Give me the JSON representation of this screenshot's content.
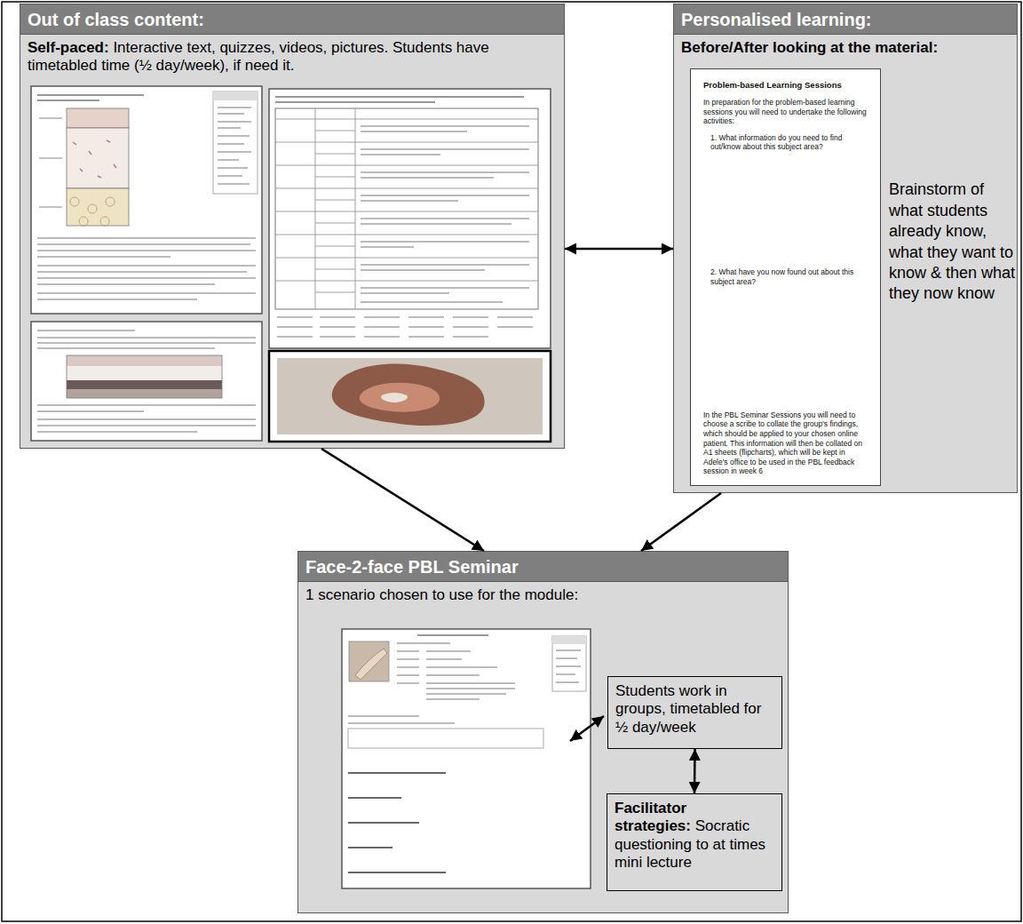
{
  "diagram": {
    "nodes": [
      {
        "text": [
          "Out of class content:",
          "Self-paced:",
          "Interactive text, quizzes, videos, pictures. Students have timetabled time (½ day/week), if need it."
        ]
      },
      {
        "text": [
          "Personalised learning:",
          "Before/After looking at the material:",
          "Brainstorm of what students already know, what they want to know & then what they now know"
        ]
      },
      {
        "text": [
          "Problem-based Learning Sessions",
          "In preparation for the problem-based learning sessions you will need to undertake the following activities:",
          "1. What information do you need to find out/know about this subject area?",
          "2. What have you now found out about this subject area?",
          "In the PBL Seminar Sessions you will need to choose a scribe to collate the group's findings, which should be applied to your chosen online patient. This information will then be collated on A1 sheets (flipcharts), which will be kept in Adele's office to be used in the PBL feedback session in week 6"
        ],
        "in": 1
      },
      {
        "text": [
          "Face-2-face PBL Seminar",
          "1 scenario chosen to use for the module:"
        ]
      },
      {
        "text": [
          "Students work in groups, timetabled for ½ day/week"
        ],
        "in": 3
      },
      {
        "text": [
          "Facilitator strategies:",
          "Socratic questioning to at times mini lecture"
        ],
        "in": 3
      }
    ],
    "edges": [
      {
        "from": 0,
        "to": 1,
        "arrow": "both"
      },
      {
        "from": 0,
        "to": 3,
        "arrow": "to"
      },
      {
        "from": 1,
        "to": 3,
        "arrow": "to"
      },
      {
        "from": 4,
        "to": 5,
        "arrow": "both"
      }
    ]
  }
}
